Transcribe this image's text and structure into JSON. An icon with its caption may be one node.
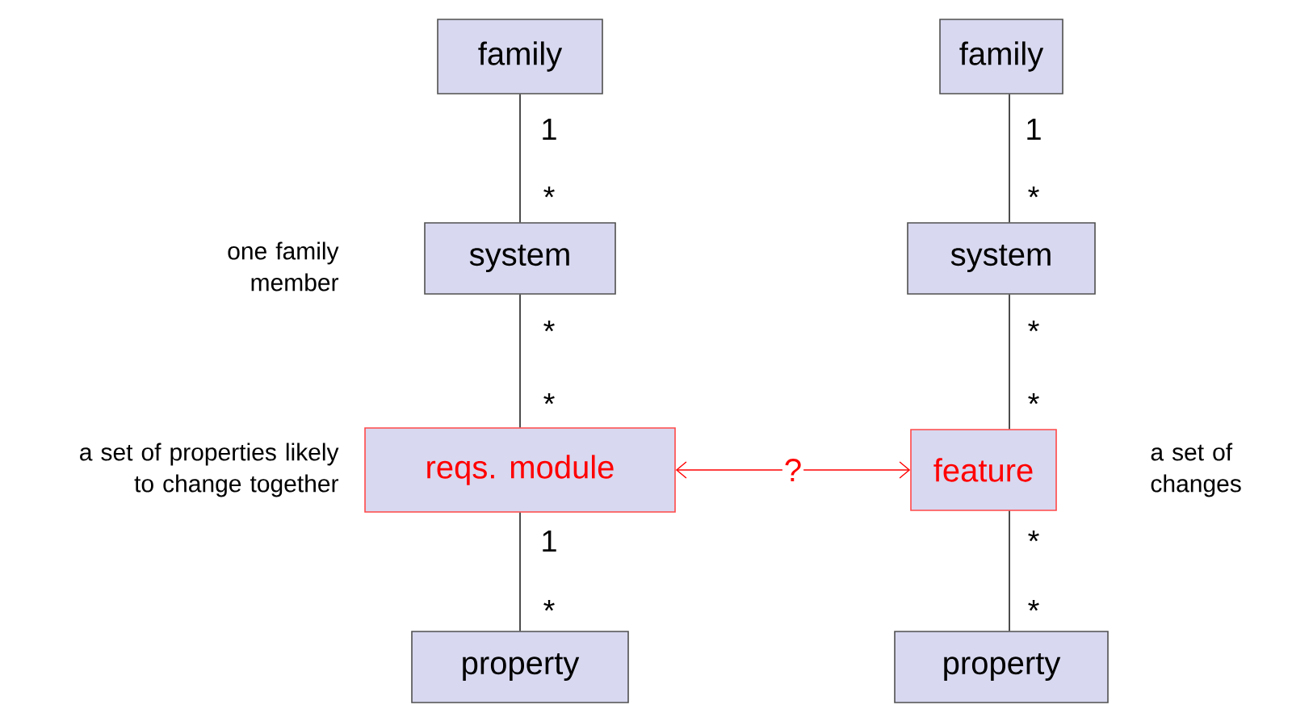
{
  "diagram": {
    "nodes": [
      {
        "text": [
          "family"
        ]
      },
      {
        "text": [
          "system"
        ],
        "beside": [
          "one family member"
        ]
      },
      {
        "text": [
          "reqs. module"
        ],
        "beside": [
          "a set of properties likely to change together"
        ]
      },
      {
        "text": [
          "property"
        ]
      },
      {
        "text": [
          "family"
        ]
      },
      {
        "text": [
          "system"
        ]
      },
      {
        "text": [
          "feature"
        ],
        "beside": [
          "a set of changes"
        ]
      },
      {
        "text": [
          "property"
        ]
      }
    ],
    "edges": [
      {
        "from": 0,
        "to": 1,
        "arrow": "none"
      },
      {
        "from": 1,
        "to": 2,
        "arrow": "none"
      },
      {
        "from": 2,
        "to": 3,
        "arrow": "none"
      },
      {
        "from": 4,
        "to": 5,
        "arrow": "none"
      },
      {
        "from": 5,
        "to": 6,
        "arrow": "none"
      },
      {
        "from": 6,
        "to": 7,
        "arrow": "none"
      },
      {
        "from": 2,
        "to": 6,
        "arrow": "both",
        "label": "?",
        "color": "#ff0000"
      }
    ],
    "labels": [
      "1",
      "1",
      "*",
      "*",
      "*",
      "*",
      "*",
      "*",
      "1",
      "*",
      "*",
      "*"
    ]
  }
}
